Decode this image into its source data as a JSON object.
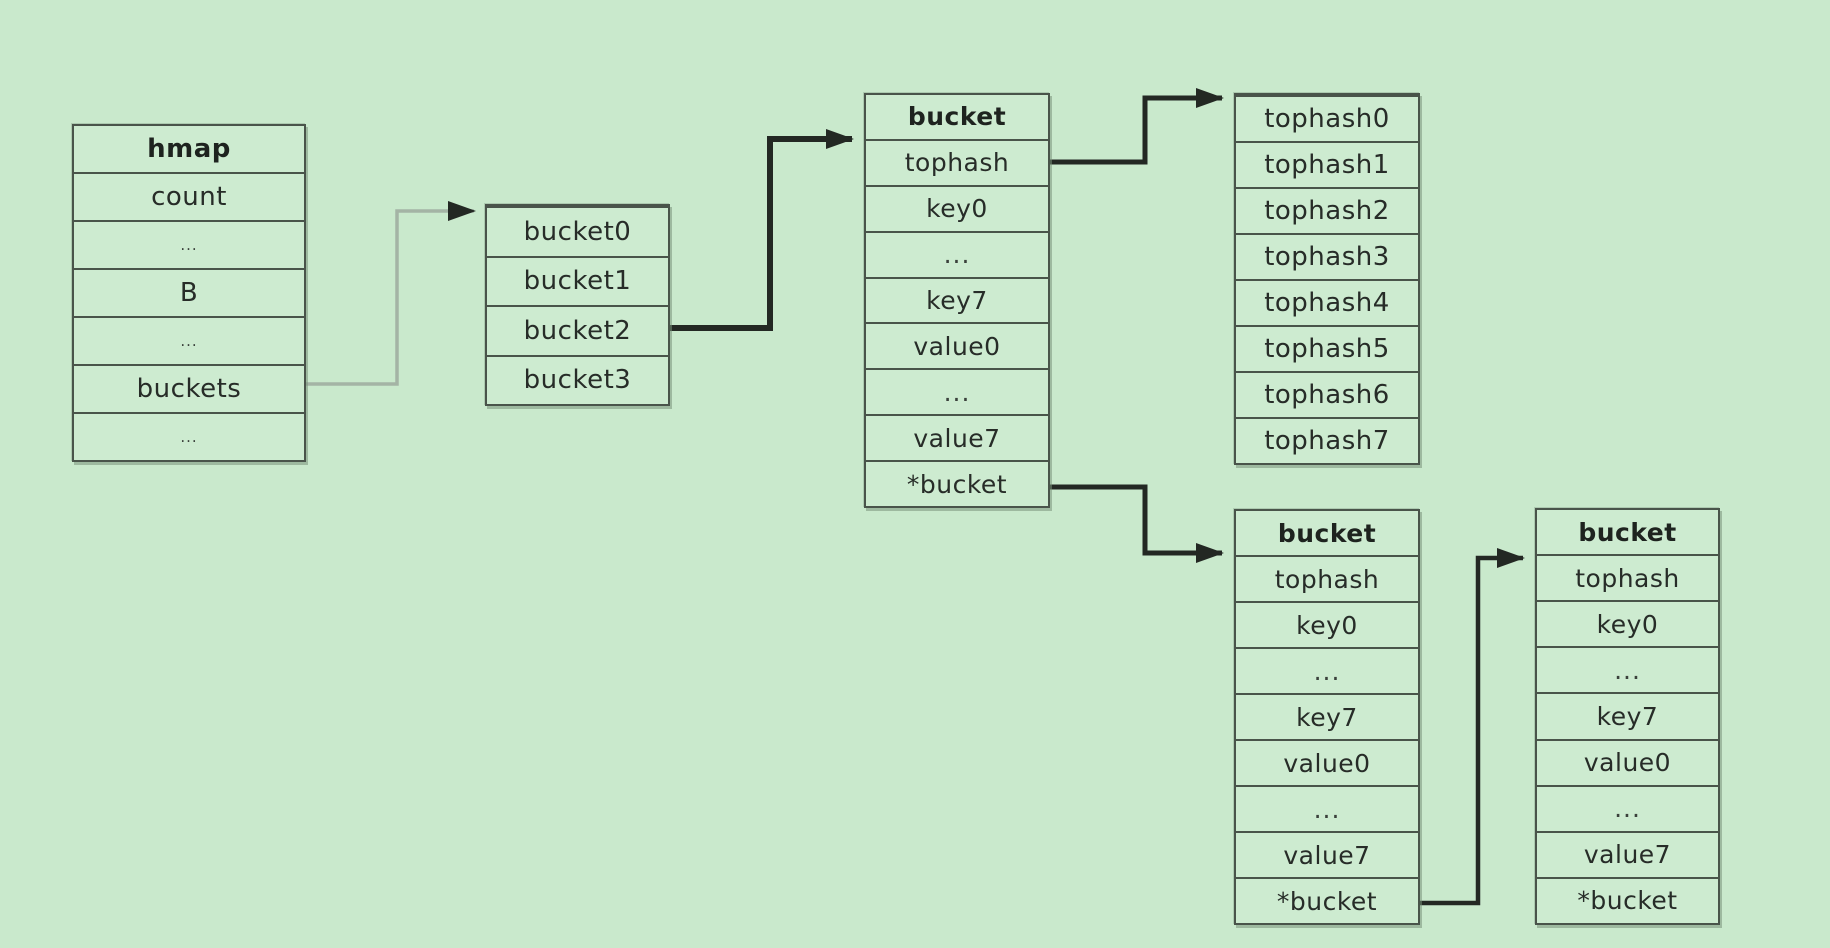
{
  "diagram": {
    "title_hidden": "",
    "background_color": "#c9e9cc",
    "box_fill_color": "#cdebd0",
    "border_color": "#49544a",
    "text_color": "#272c28",
    "arrow_color": "#232823",
    "pointer_line_color": "#a4b4a5",
    "nodes": {
      "hmap": {
        "title": "hmap",
        "rows": [
          "count",
          "...",
          "B",
          "...",
          "buckets",
          "..."
        ]
      },
      "bucket_array": {
        "rows": [
          "bucket0",
          "bucket1",
          "bucket2",
          "bucket3"
        ]
      },
      "bucket_main": {
        "title": "bucket",
        "rows": [
          "tophash",
          "key0",
          "...",
          "key7",
          "value0",
          "...",
          "value7",
          "*bucket"
        ]
      },
      "tophash_array": {
        "rows": [
          "tophash0",
          "tophash1",
          "tophash2",
          "tophash3",
          "tophash4",
          "tophash5",
          "tophash6",
          "tophash7"
        ]
      },
      "bucket_overflow_1": {
        "title": "bucket",
        "rows": [
          "tophash",
          "key0",
          "...",
          "key7",
          "value0",
          "...",
          "value7",
          "*bucket"
        ]
      },
      "bucket_overflow_2": {
        "title": "bucket",
        "rows": [
          "tophash",
          "key0",
          "...",
          "key7",
          "value0",
          "...",
          "value7",
          "*bucket"
        ]
      }
    },
    "edges": [
      {
        "from": "hmap.buckets",
        "to": "bucket_array"
      },
      {
        "from": "bucket_array.bucket2",
        "to": "bucket_main"
      },
      {
        "from": "bucket_main.tophash",
        "to": "tophash_array"
      },
      {
        "from": "bucket_main.*bucket",
        "to": "bucket_overflow_1"
      },
      {
        "from": "bucket_overflow_1.*bucket",
        "to": "bucket_overflow_2"
      }
    ]
  }
}
